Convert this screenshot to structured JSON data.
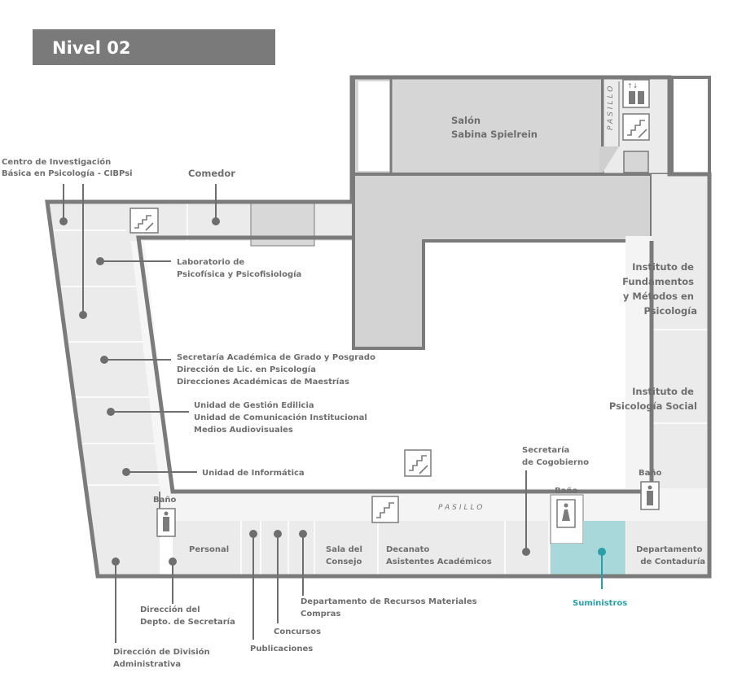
{
  "level_title": "Nivel 02",
  "pasillo_label": "PASILLO",
  "rooms": {
    "cibpsi": [
      "Centro de Investigación",
      "Básica en Psicología - CIBPsi"
    ],
    "comedor": "Comedor",
    "salon": [
      "Salón",
      "Sabina Spielrein"
    ],
    "laboratorio": [
      "Laboratorio de",
      "Psicofísica y Psicofisiología"
    ],
    "instituto_fundamentos": [
      "Instituto de",
      "Fundamentos",
      "y Métodos en",
      "Psicología"
    ],
    "secretaria_academica": [
      "Secretaría Académica de Grado y Posgrado",
      "Dirección de Lic. en Psicología",
      "Direcciones Académicas de Maestrías"
    ],
    "instituto_social": [
      "Instituto de",
      "Psicología Social"
    ],
    "unidad_gestion": [
      "Unidad de Gestión Edilicia",
      "Unidad de Comunicación Institucional",
      "Medios Audiovisuales"
    ],
    "secretaria_cogobierno": [
      "Secretaría",
      "de Cogobierno"
    ],
    "informatica": "Unidad de Informática",
    "bano": "Baño",
    "personal": "Personal",
    "sala_consejo": [
      "Sala del",
      "Consejo"
    ],
    "decanato": [
      "Decanato",
      "Asistentes Académicos"
    ],
    "contaduria": [
      "Departamento",
      "de Contaduría"
    ],
    "suministros": "Suministros",
    "recursos_materiales": [
      "Departamento de Recursos Materiales",
      "Compras"
    ],
    "direccion_secretaria": [
      "Dirección del",
      "Depto. de Secretaría"
    ],
    "concursos": "Concursos",
    "publicaciones": "Publicaciones",
    "division_administrativa": [
      "Dirección de División",
      "Administrativa"
    ]
  },
  "colors": {
    "wall": "#7b7b7b",
    "room_fill": "#ebebeb",
    "dark_fill": "#d3d3d3",
    "highlight": "#a8d8da",
    "highlight_text": "#2a9fa7",
    "label": "#6e6e6e",
    "title_bg": "#7a7a7a"
  },
  "icons": [
    "stairs-icon",
    "elevator-icon",
    "restroom-icon"
  ]
}
